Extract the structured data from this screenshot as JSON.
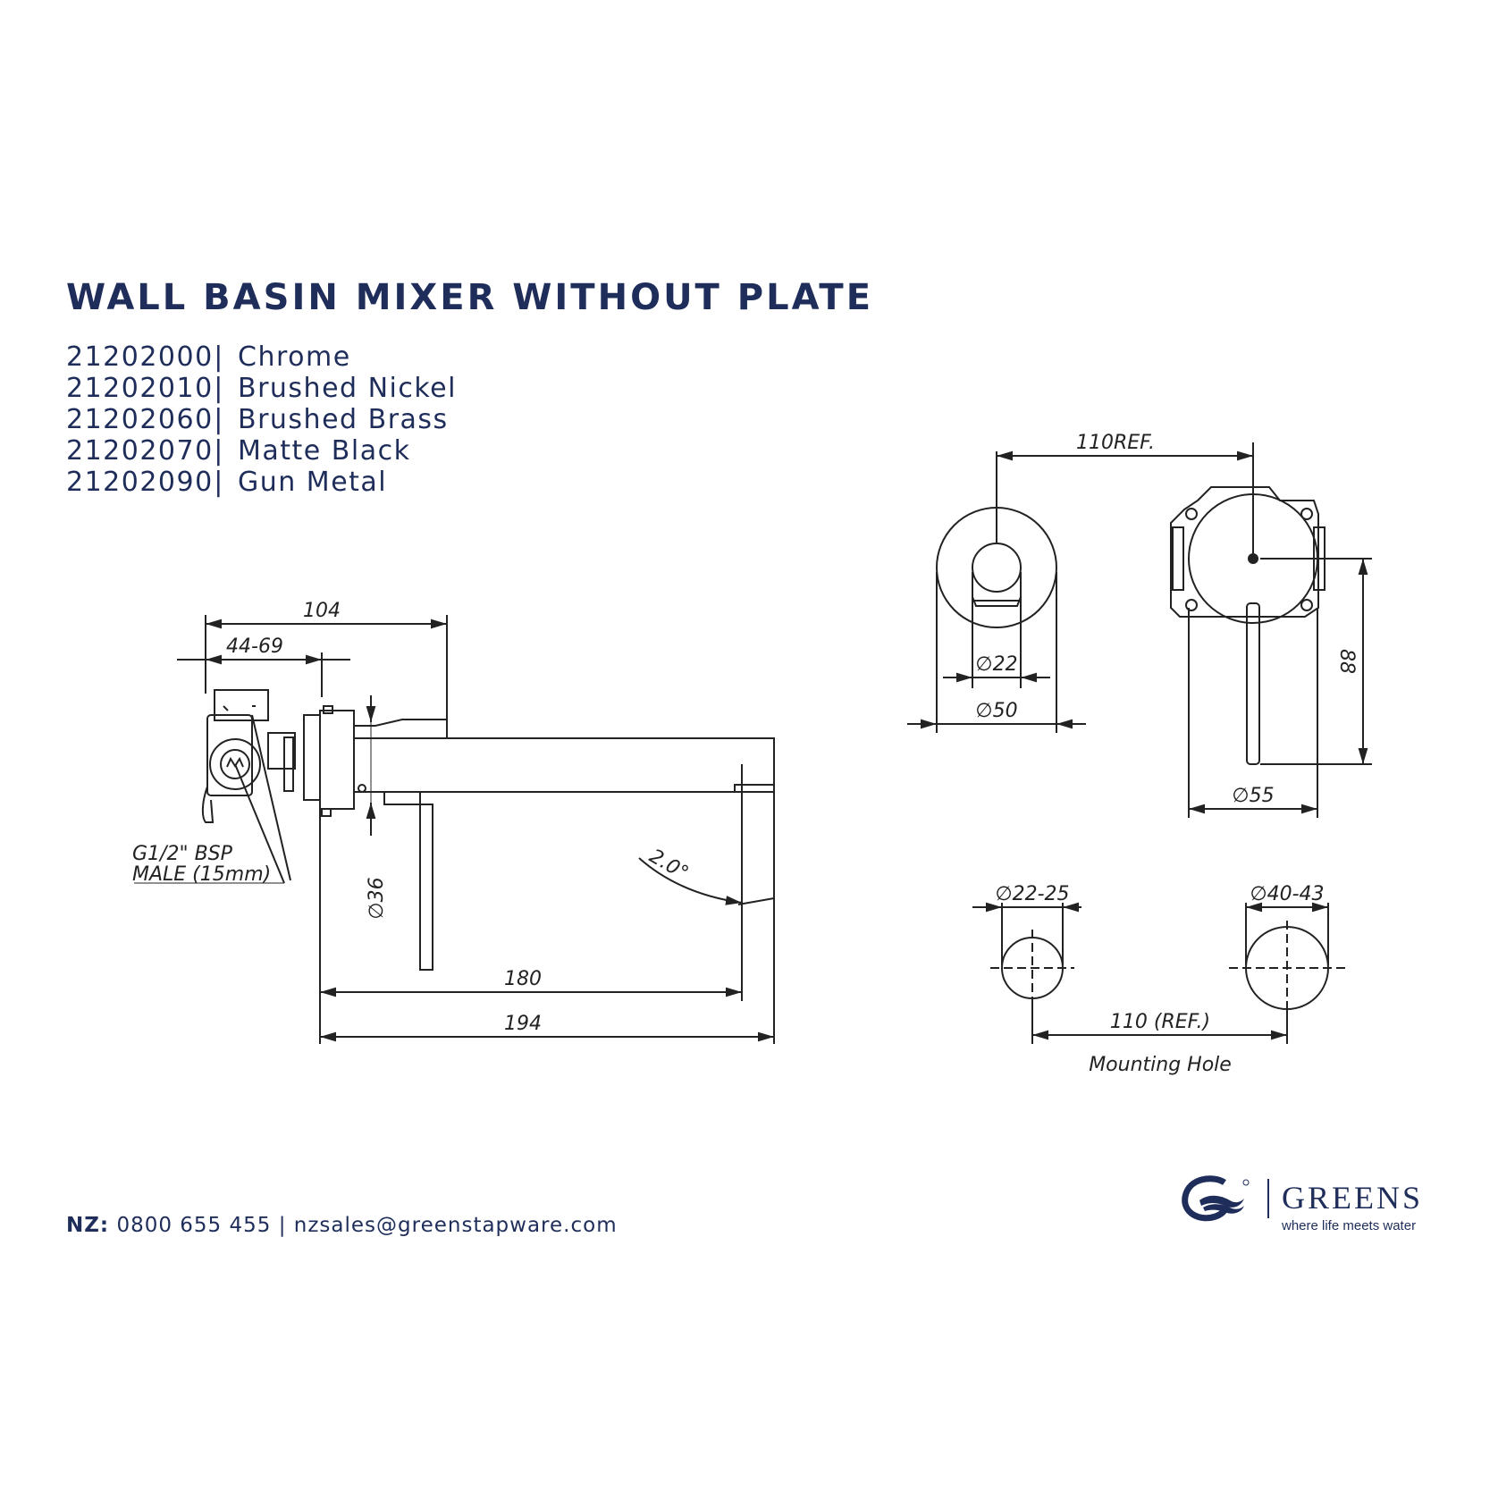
{
  "title": "WALL BASIN MIXER WITHOUT PLATE",
  "variants": [
    {
      "code": "21202000",
      "separator": "|",
      "finish": "Chrome"
    },
    {
      "code": "21202010",
      "separator": "|",
      "finish": "Brushed Nickel"
    },
    {
      "code": "21202060",
      "separator": "|",
      "finish": "Brushed Brass"
    },
    {
      "code": "21202070",
      "separator": "|",
      "finish": "Matte Black"
    },
    {
      "code": "21202090",
      "separator": "|",
      "finish": "Gun Metal"
    }
  ],
  "side_view": {
    "dims": {
      "d104": "104",
      "d4469": "44-69",
      "d36": "∅36",
      "angle": "2.0°",
      "d180": "180",
      "d194": "194"
    },
    "connection_line1": "G1/2\" BSP",
    "connection_line2": "MALE  (15mm)"
  },
  "front_view": {
    "d110ref": "110REF.",
    "d22": "∅22",
    "d50": "∅50",
    "d55": "∅55",
    "d88": "88"
  },
  "mounting": {
    "d2225": "∅22-25",
    "d4043": "∅40-43",
    "d110ref": "110 (REF.)",
    "label": "Mounting Hole"
  },
  "footer": {
    "region": "NZ:",
    "phone": "0800 655 455",
    "separator": "|",
    "email": "nzsales@greenstapware.com"
  },
  "brand": {
    "name": "GREENS",
    "tagline": "where life meets water",
    "color": "#1f2d5a"
  }
}
